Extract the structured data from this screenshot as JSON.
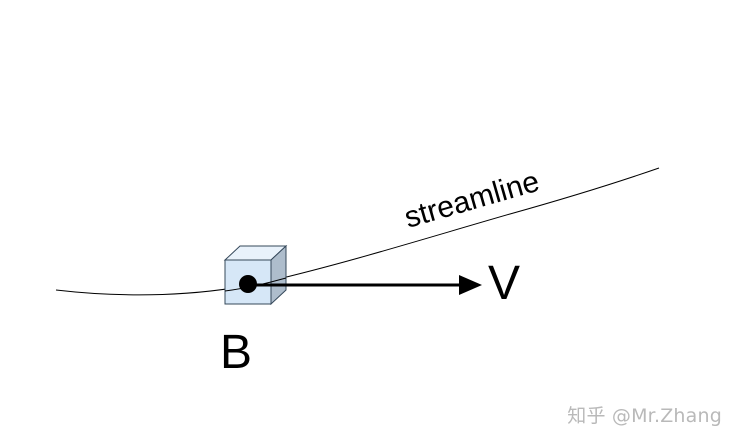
{
  "diagram": {
    "streamline_label": "streamline",
    "particle_label": "B",
    "velocity_label": "V"
  },
  "watermark": {
    "text": "知乎 @Mr.Zhang"
  },
  "colors": {
    "curve": "#000000",
    "cube_front": "#d6e7f7",
    "cube_top": "#e9f2fb",
    "cube_side": "#aebdcc",
    "cube_stroke": "#35485a",
    "arrow": "#000000",
    "watermark": "#b9b9b9"
  }
}
